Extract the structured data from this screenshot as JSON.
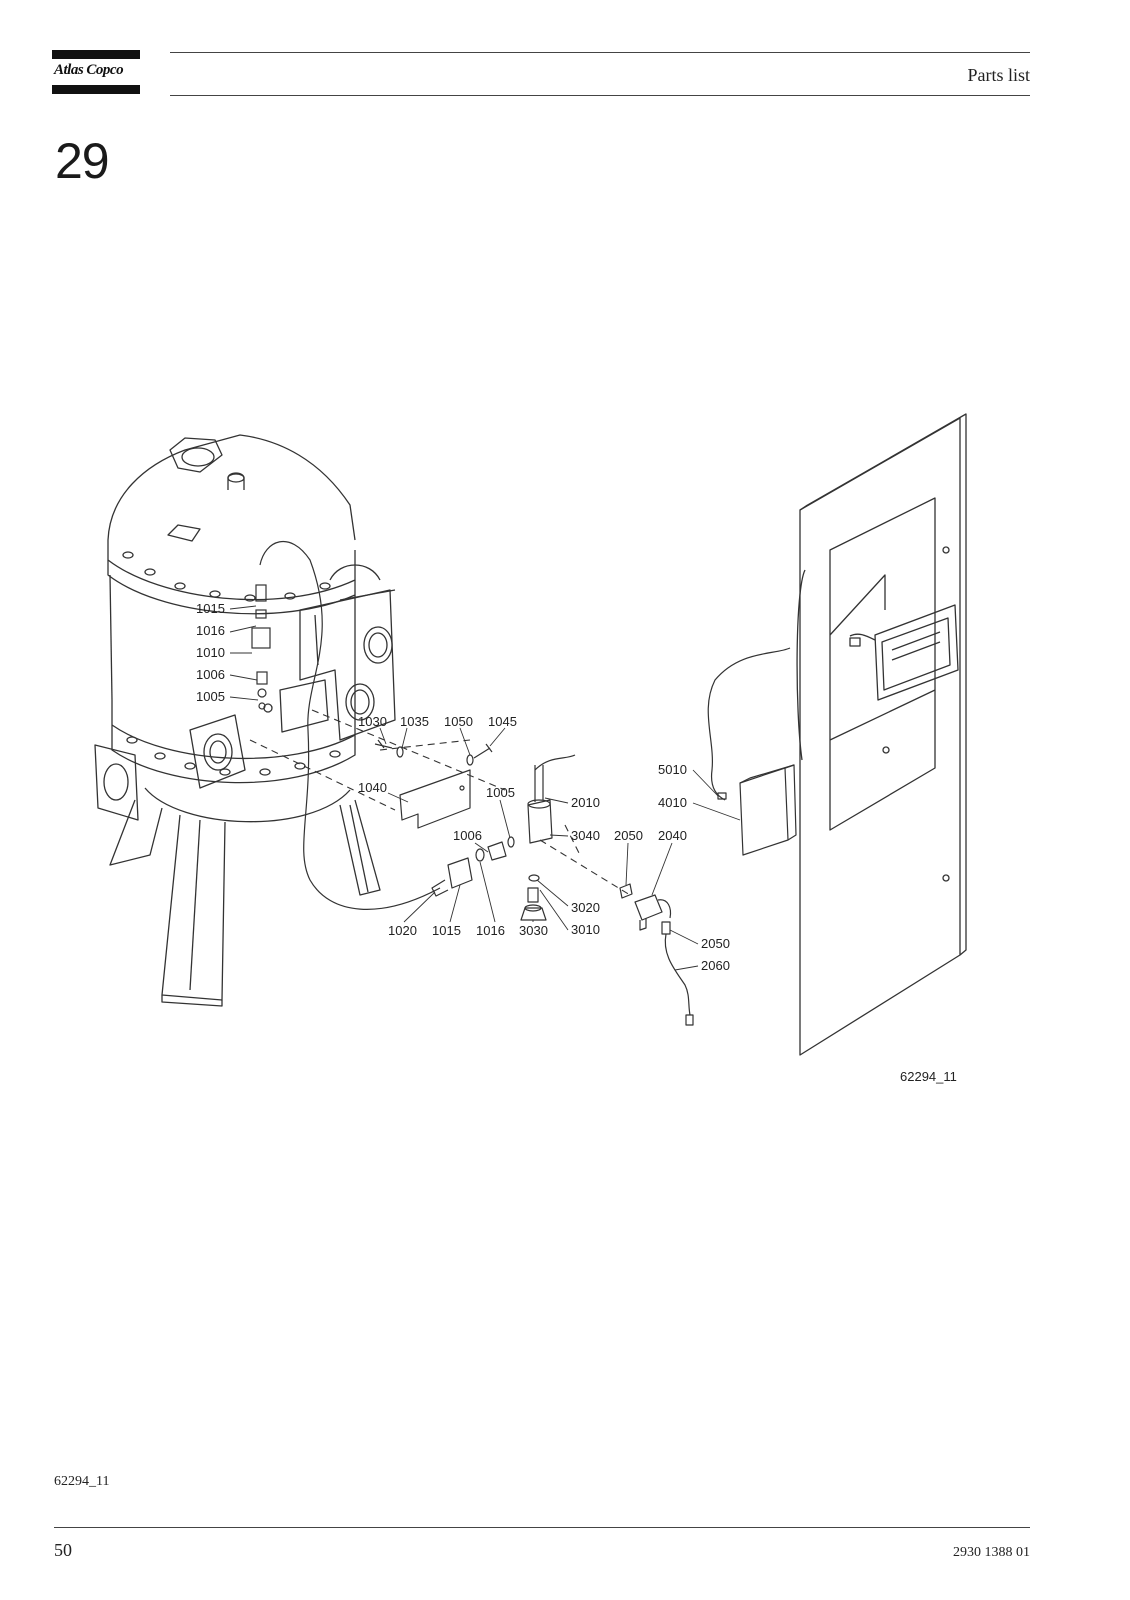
{
  "header": {
    "brand": "Atlas Copco",
    "title": "Parts list"
  },
  "section": {
    "number": "29"
  },
  "figure": {
    "drawing_id": "62294_11",
    "callouts": {
      "c1015a": "1015",
      "c1016a": "1016",
      "c1010": "1010",
      "c1006a": "1006",
      "c1005a": "1005",
      "c1030": "1030",
      "c1035": "1035",
      "c1050": "1050",
      "c1045": "1045",
      "c1040": "1040",
      "c1005b": "1005",
      "c2010": "2010",
      "c1006b": "1006",
      "c3040": "3040",
      "c2050a": "2050",
      "c2040": "2040",
      "c3020": "3020",
      "c3010": "3010",
      "c1020": "1020",
      "c1015b": "1015",
      "c1016b": "1016",
      "c3030": "3030",
      "c2050b": "2050",
      "c2060": "2060",
      "c5010": "5010",
      "c4010": "4010"
    }
  },
  "footer": {
    "reference": "62294_11",
    "page": "50",
    "document_number": "2930 1388 01"
  }
}
